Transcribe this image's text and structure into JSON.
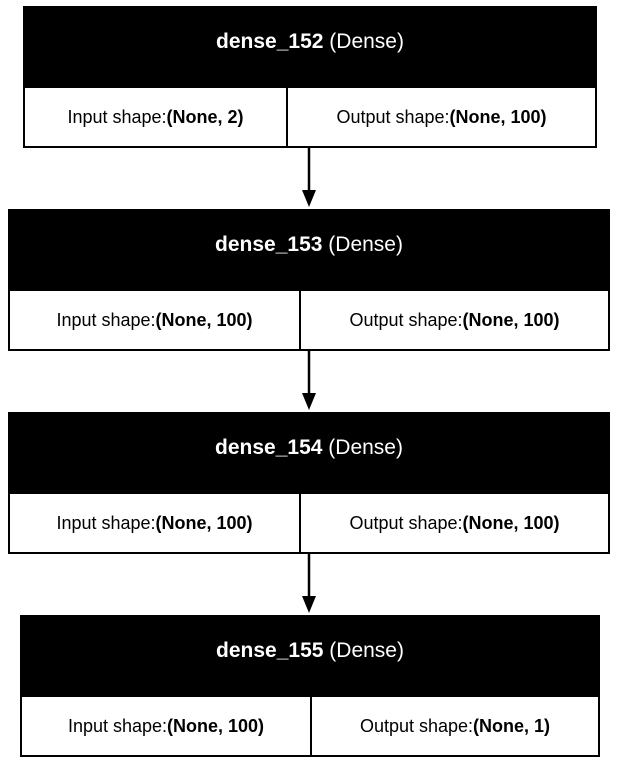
{
  "colors": {
    "header_bg": "#000000",
    "header_text": "#ffffff",
    "cell_bg": "#ffffff",
    "edge": "#000000"
  },
  "layers": [
    {
      "name": "dense_152",
      "type": "(Dense)",
      "input_label": "Input shape: ",
      "input_shape": "(None, 2)",
      "output_label": "Output shape: ",
      "output_shape": "(None, 100)"
    },
    {
      "name": "dense_153",
      "type": "(Dense)",
      "input_label": "Input shape: ",
      "input_shape": "(None, 100)",
      "output_label": "Output shape: ",
      "output_shape": "(None, 100)"
    },
    {
      "name": "dense_154",
      "type": "(Dense)",
      "input_label": "Input shape: ",
      "input_shape": "(None, 100)",
      "output_label": "Output shape: ",
      "output_shape": "(None, 100)"
    },
    {
      "name": "dense_155",
      "type": "(Dense)",
      "input_label": "Input shape: ",
      "input_shape": "(None, 100)",
      "output_label": "Output shape: ",
      "output_shape": "(None, 1)"
    }
  ]
}
